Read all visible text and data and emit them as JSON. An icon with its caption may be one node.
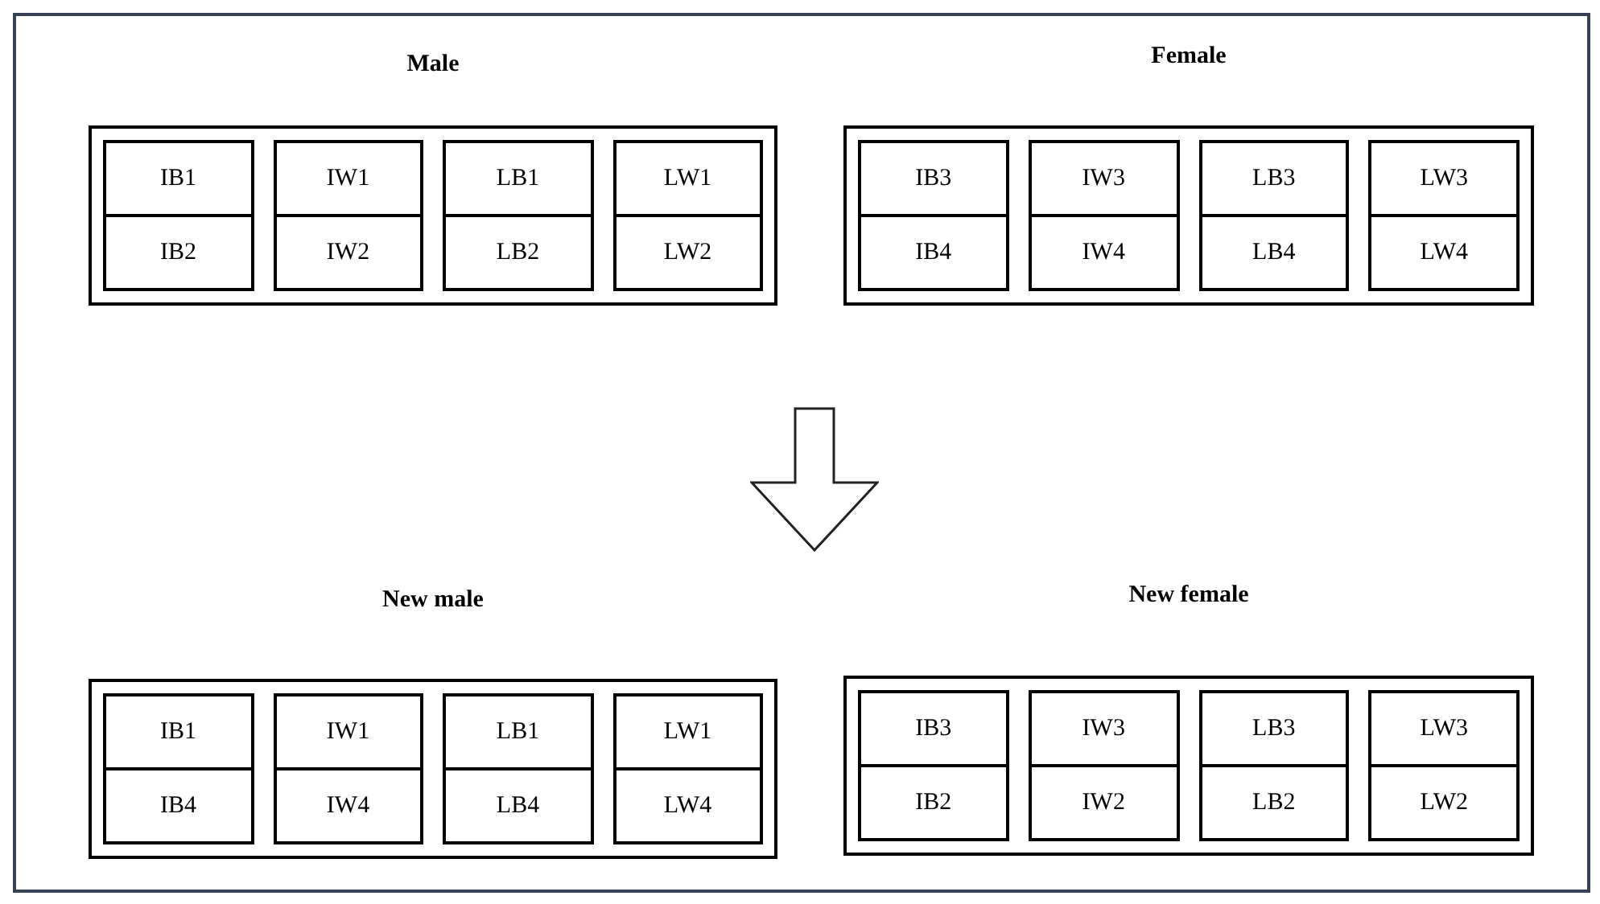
{
  "diagram": {
    "nodes": [
      {
        "text": [
          "Male"
        ]
      },
      {
        "text": [],
        "shape": "box",
        "in": 0
      },
      {
        "text": [
          "IB1"
        ],
        "in": 1
      },
      {
        "text": [
          "IB2"
        ],
        "in": 1
      },
      {
        "text": [],
        "shape": "box",
        "in": 0
      },
      {
        "text": [
          "IW1"
        ],
        "in": 4
      },
      {
        "text": [
          "IW2"
        ],
        "in": 4
      },
      {
        "text": [],
        "shape": "box",
        "in": 0
      },
      {
        "text": [
          "LB1"
        ],
        "in": 7
      },
      {
        "text": [
          "LB2"
        ],
        "in": 7
      },
      {
        "text": [],
        "shape": "box",
        "in": 0
      },
      {
        "text": [
          "LW1"
        ],
        "in": 10
      },
      {
        "text": [
          "LW2"
        ],
        "in": 10
      },
      {
        "text": [
          "Female"
        ]
      },
      {
        "text": [],
        "shape": "box",
        "in": 13
      },
      {
        "text": [
          "IB3"
        ],
        "in": 14
      },
      {
        "text": [
          "IB4"
        ],
        "in": 14
      },
      {
        "text": [],
        "shape": "box",
        "in": 13
      },
      {
        "text": [
          "IW3"
        ],
        "in": 17
      },
      {
        "text": [
          "IW4"
        ],
        "in": 17
      },
      {
        "text": [],
        "shape": "box",
        "in": 13
      },
      {
        "text": [
          "LB3"
        ],
        "in": 20
      },
      {
        "text": [
          "LB4"
        ],
        "in": 20
      },
      {
        "text": [],
        "shape": "box",
        "in": 13
      },
      {
        "text": [
          "LW3"
        ],
        "in": 23
      },
      {
        "text": [
          "LW4"
        ],
        "in": 23
      },
      {
        "text": [],
        "shape": "arrow"
      },
      {
        "text": [
          "New male"
        ]
      },
      {
        "text": [],
        "shape": "box",
        "in": 27
      },
      {
        "text": [
          "IB1"
        ],
        "in": 28
      },
      {
        "text": [
          "IB4"
        ],
        "in": 28
      },
      {
        "text": [],
        "shape": "box",
        "in": 27
      },
      {
        "text": [
          "IW1"
        ],
        "in": 31
      },
      {
        "text": [
          "IW4"
        ],
        "in": 31
      },
      {
        "text": [],
        "shape": "box",
        "in": 27
      },
      {
        "text": [
          "LB1"
        ],
        "in": 34
      },
      {
        "text": [
          "LB4"
        ],
        "in": 34
      },
      {
        "text": [],
        "shape": "box",
        "in": 27
      },
      {
        "text": [
          "LW1"
        ],
        "in": 37
      },
      {
        "text": [
          "LW4"
        ],
        "in": 37
      },
      {
        "text": [
          "New female"
        ]
      },
      {
        "text": [],
        "shape": "box",
        "in": 40
      },
      {
        "text": [
          "IB3"
        ],
        "in": 41
      },
      {
        "text": [
          "IB2"
        ],
        "in": 41
      },
      {
        "text": [],
        "shape": "box",
        "in": 40
      },
      {
        "text": [
          "IW3"
        ],
        "in": 44
      },
      {
        "text": [
          "IW2"
        ],
        "in": 44
      },
      {
        "text": [],
        "shape": "box",
        "in": 40
      },
      {
        "text": [
          "LB3"
        ],
        "in": 47
      },
      {
        "text": [
          "LB2"
        ],
        "in": 47
      },
      {
        "text": [],
        "shape": "box",
        "in": 40
      },
      {
        "text": [
          "LW3"
        ],
        "in": 50
      },
      {
        "text": [
          "LW2"
        ],
        "in": 50
      }
    ]
  }
}
